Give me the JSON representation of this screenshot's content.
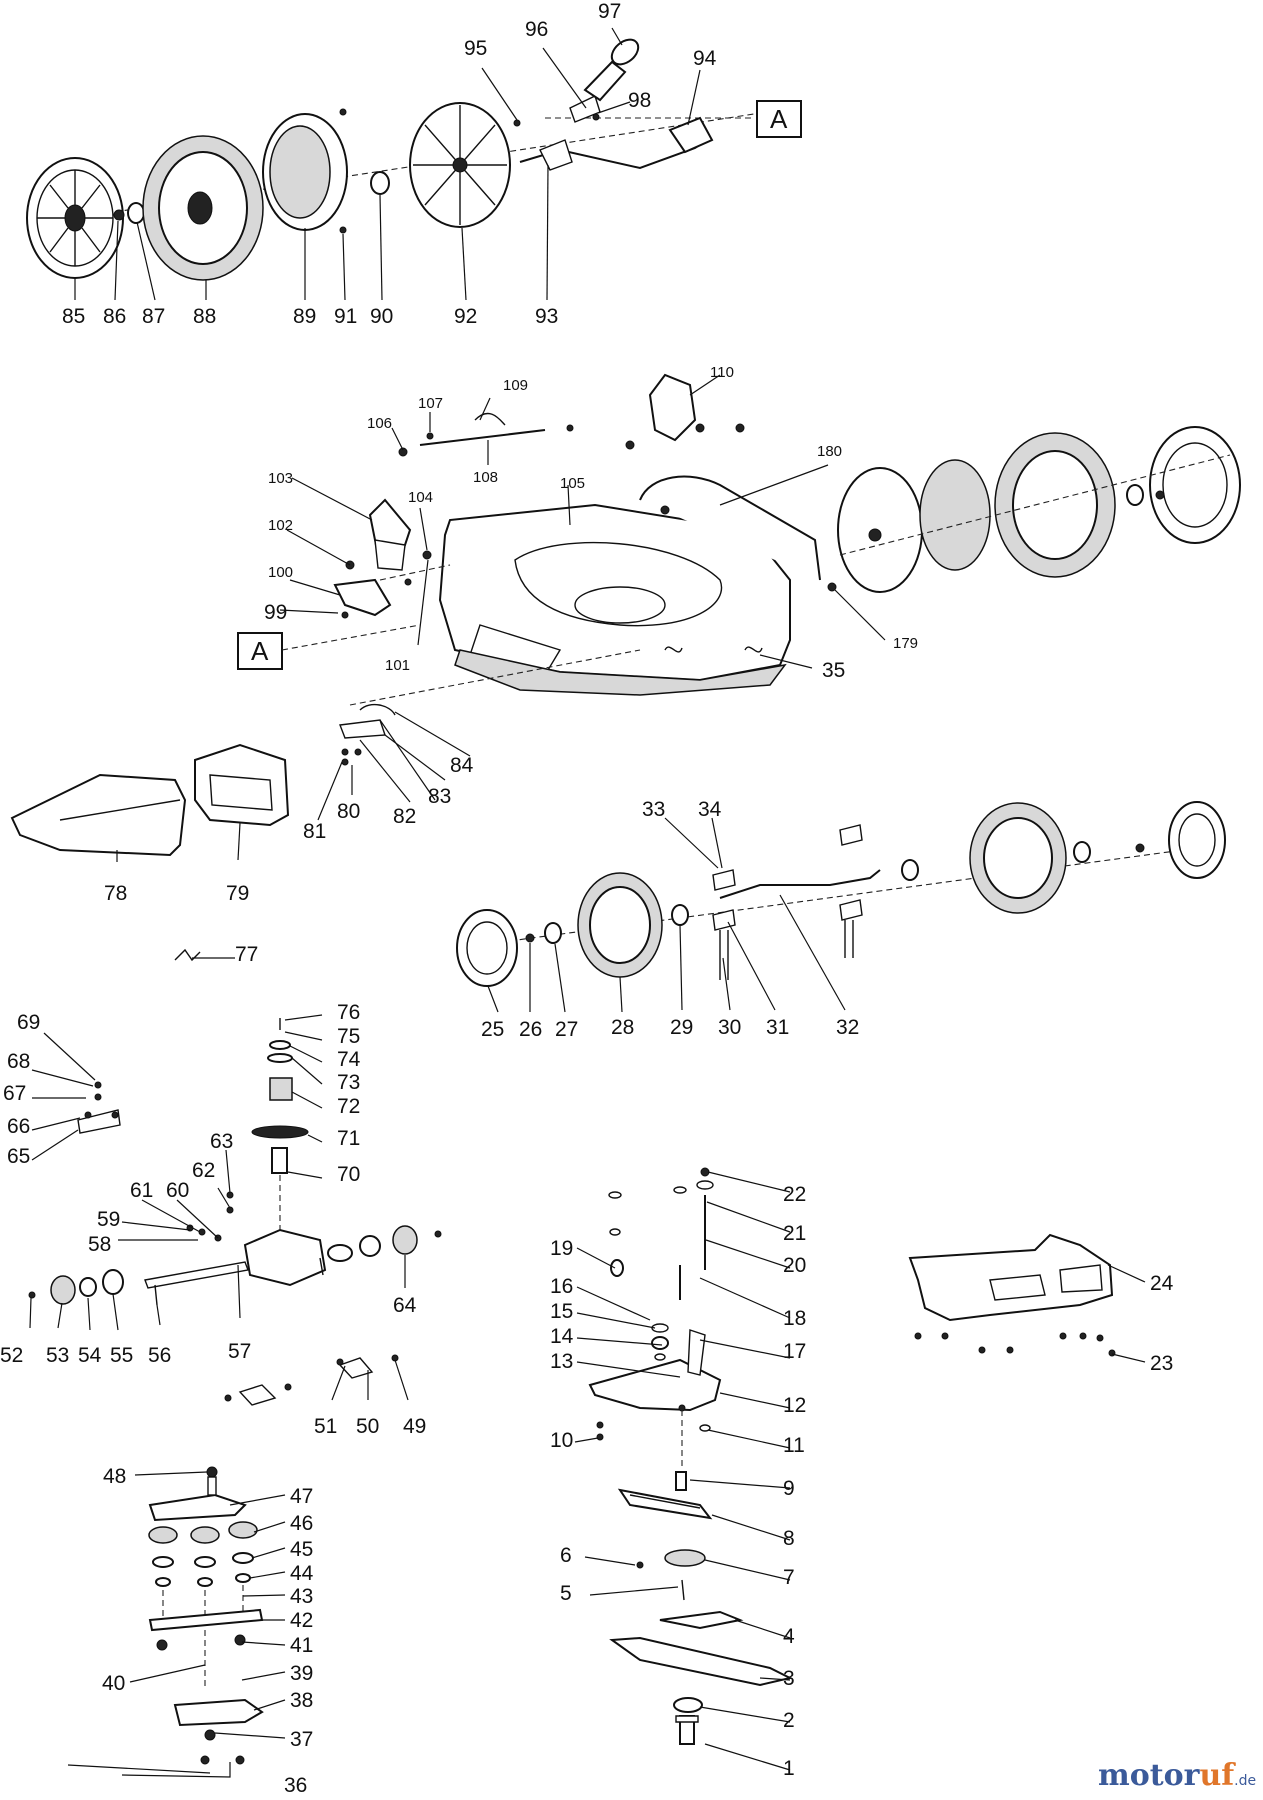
{
  "ref_marker": "A",
  "watermark": {
    "part1": "motor",
    "part2": "uf",
    "suffix": ".de"
  },
  "labels": {
    "p1": "1",
    "p2": "2",
    "p3": "3",
    "p4": "4",
    "p5": "5",
    "p6": "6",
    "p7": "7",
    "p8": "8",
    "p9": "9",
    "p10": "10",
    "p11": "11",
    "p12": "12",
    "p13": "13",
    "p14": "14",
    "p15": "15",
    "p16": "16",
    "p17": "17",
    "p18": "18",
    "p19": "19",
    "p20": "20",
    "p21": "21",
    "p22": "22",
    "p23": "23",
    "p24": "24",
    "p25": "25",
    "p26": "26",
    "p27": "27",
    "p28": "28",
    "p29": "29",
    "p30": "30",
    "p31": "31",
    "p32": "32",
    "p33": "33",
    "p34": "34",
    "p35": "35",
    "p36": "36",
    "p37": "37",
    "p38": "38",
    "p39": "39",
    "p40": "40",
    "p41": "41",
    "p42": "42",
    "p43": "43",
    "p44": "44",
    "p45": "45",
    "p46": "46",
    "p47": "47",
    "p48": "48",
    "p49": "49",
    "p50": "50",
    "p51": "51",
    "p52": "52",
    "p53": "53",
    "p54": "54",
    "p55": "55",
    "p56": "56",
    "p57": "57",
    "p58": "58",
    "p59": "59",
    "p60": "60",
    "p61": "61",
    "p62": "62",
    "p63": "63",
    "p64": "64",
    "p65": "65",
    "p66": "66",
    "p67": "67",
    "p68": "68",
    "p69": "69",
    "p70": "70",
    "p71": "71",
    "p72": "72",
    "p73": "73",
    "p74": "74",
    "p75": "75",
    "p76": "76",
    "p77": "77",
    "p78": "78",
    "p79": "79",
    "p80": "80",
    "p81": "81",
    "p82": "82",
    "p83": "83",
    "p84": "84",
    "p85": "85",
    "p86": "86",
    "p87": "87",
    "p88": "88",
    "p89": "89",
    "p90": "90",
    "p91": "91",
    "p92": "92",
    "p93": "93",
    "p94": "94",
    "p95": "95",
    "p96": "96",
    "p97": "97",
    "p98": "98",
    "p99": "99",
    "p100": "100",
    "p101": "101",
    "p102": "102",
    "p103": "103",
    "p104": "104",
    "p105": "105",
    "p106": "106",
    "p107": "107",
    "p108": "108",
    "p109": "109",
    "p110": "110",
    "p179": "179",
    "p180": "180"
  }
}
